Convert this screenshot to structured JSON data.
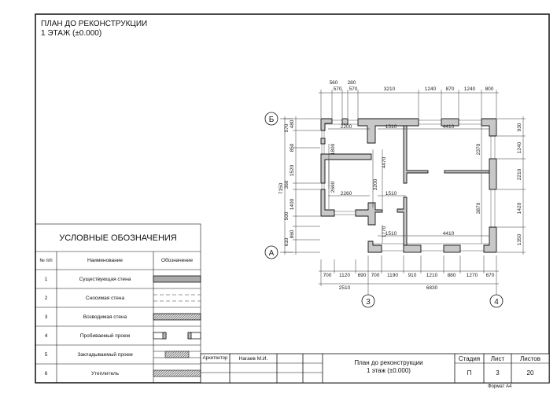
{
  "sheet_title": {
    "line1": "ПЛАН ДО РЕКОНСТРУКЦИИ",
    "line2": "1 ЭТАЖ (±0.000)"
  },
  "axes": {
    "b": "Б",
    "a": "А",
    "c3": "3",
    "c4": "4"
  },
  "dims": {
    "top_upper": [
      "560",
      "280"
    ],
    "top": [
      "570",
      "570",
      "3210",
      "1240",
      "870",
      "1240",
      "800"
    ],
    "bottom": [
      "700",
      "1120",
      "690",
      "700",
      "1190",
      "910",
      "1210",
      "880",
      "1270",
      "670"
    ],
    "bottom_total": [
      "2510",
      "6830"
    ],
    "right": [
      "930",
      "1240",
      "2210",
      "1420",
      "1350"
    ],
    "left_total": "7150",
    "left": [
      "570",
      "480",
      "850",
      "1520",
      "360",
      "1400",
      "500",
      "860",
      "610"
    ],
    "interior": [
      "2200",
      "1510",
      "4410",
      "1800",
      "2690",
      "2260",
      "1510",
      "3200",
      "4470",
      "1770",
      "1510",
      "4410",
      "2370",
      "3870"
    ]
  },
  "legend": {
    "title": "УСЛОВНЫЕ ОБОЗНАЧЕНИЯ",
    "headers": [
      "№ п/п",
      "Наименование",
      "Обозначение"
    ],
    "rows": [
      {
        "n": "1",
        "name": "Существующая стена"
      },
      {
        "n": "2",
        "name": "Сносимая стена"
      },
      {
        "n": "3",
        "name": "Возводимая стена"
      },
      {
        "n": "4",
        "name": "Пробиваемый проем"
      },
      {
        "n": "5",
        "name": "Закладываемый проем"
      },
      {
        "n": "6",
        "name": "Утеплитель"
      }
    ]
  },
  "title_block": {
    "role": "Архитектор",
    "person": "Нагаев М.И.",
    "title1": "План до реконструкции",
    "title2": "1 этаж (±0.000)",
    "stage_label": "Стадия",
    "sheet_label": "Лист",
    "sheets_label": "Листов",
    "stage": "П",
    "sheet": "3",
    "sheets": "20"
  },
  "format": "Формат А4",
  "colors": {
    "wall": "#c8c8c8",
    "line": "#111111"
  }
}
